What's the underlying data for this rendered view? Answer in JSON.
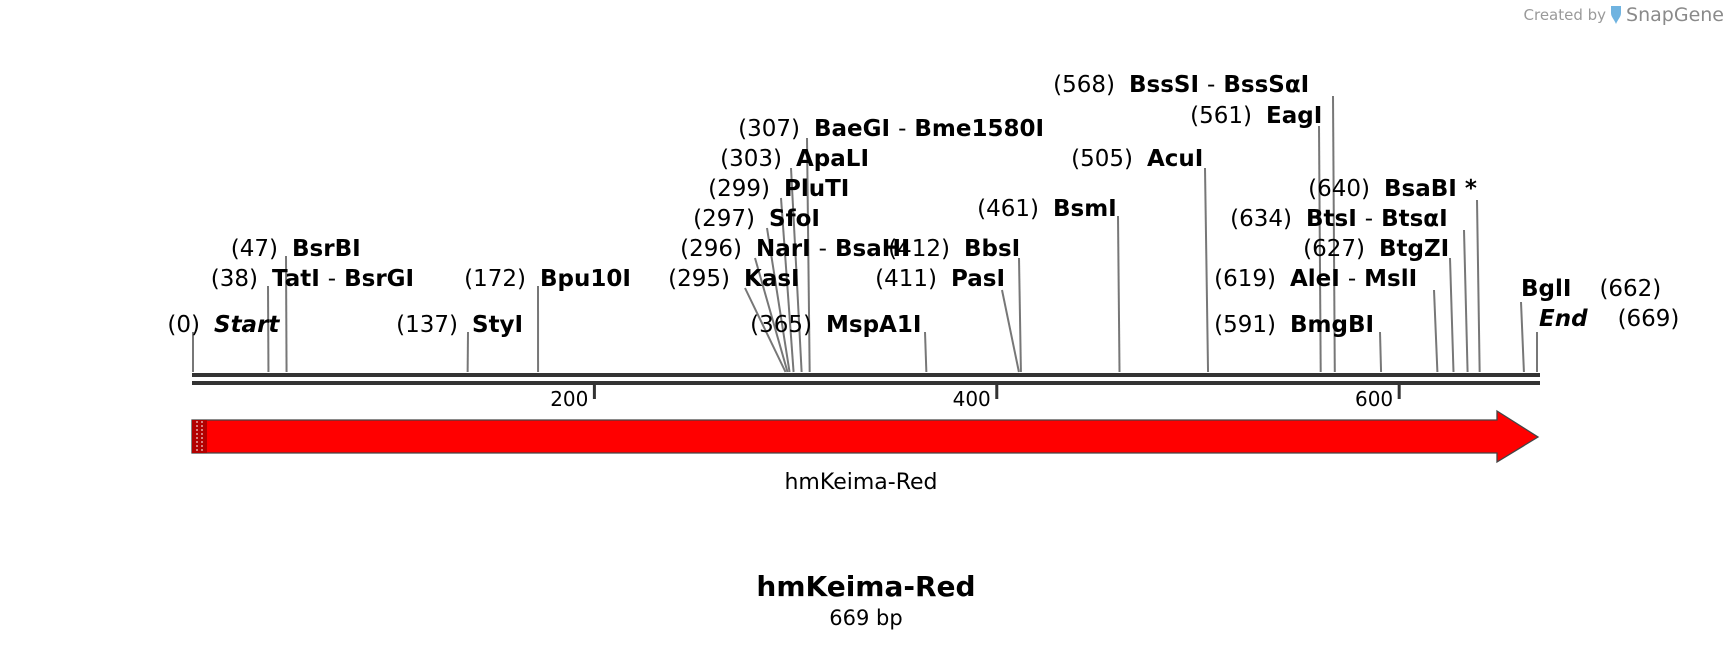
{
  "credit": {
    "prefix": "Created by",
    "brand": "SnapGene"
  },
  "title": "hmKeima-Red",
  "length_label": "669 bp",
  "total_bp": 669,
  "ticks": [
    {
      "bp": 200,
      "label": "200"
    },
    {
      "bp": 400,
      "label": "400"
    },
    {
      "bp": 600,
      "label": "600"
    }
  ],
  "feature": {
    "name": "hmKeima-Red",
    "start": 1,
    "end": 669,
    "color": "#ff0000"
  },
  "labels": [
    {
      "pos": "(0)",
      "names": [
        "Start"
      ],
      "style": "italic",
      "site": 0
    },
    {
      "pos": "(38)",
      "names": [
        "TatI",
        "BsrGI"
      ],
      "site": 38
    },
    {
      "pos": "(47)",
      "names": [
        "BsrBI"
      ],
      "site": 47
    },
    {
      "pos": "(137)",
      "names": [
        "StyI"
      ],
      "site": 137
    },
    {
      "pos": "(172)",
      "names": [
        "Bpu10I"
      ],
      "site": 172
    },
    {
      "pos": "(295)",
      "names": [
        "KasI"
      ],
      "site": 295
    },
    {
      "pos": "(296)",
      "names": [
        "NarI",
        "BsaHI"
      ],
      "site": 296
    },
    {
      "pos": "(297)",
      "names": [
        "SfoI"
      ],
      "site": 297
    },
    {
      "pos": "(299)",
      "names": [
        "PluTI"
      ],
      "site": 299
    },
    {
      "pos": "(303)",
      "names": [
        "ApaLI"
      ],
      "site": 303
    },
    {
      "pos": "(307)",
      "names": [
        "BaeGI",
        "Bme1580I"
      ],
      "site": 307
    },
    {
      "pos": "(365)",
      "names": [
        "MspA1I"
      ],
      "site": 365
    },
    {
      "pos": "(411)",
      "names": [
        "PasI"
      ],
      "site": 411
    },
    {
      "pos": "(412)",
      "names": [
        "BbsI"
      ],
      "site": 412
    },
    {
      "pos": "(461)",
      "names": [
        "BsmI"
      ],
      "site": 461
    },
    {
      "pos": "(505)",
      "names": [
        "AcuI"
      ],
      "site": 505
    },
    {
      "pos": "(561)",
      "names": [
        "EagI"
      ],
      "site": 561
    },
    {
      "pos": "(568)",
      "names": [
        "BssSI",
        "BssSαI"
      ],
      "site": 568
    },
    {
      "pos": "(591)",
      "names": [
        "BmgBI"
      ],
      "site": 591
    },
    {
      "pos": "(619)",
      "names": [
        "AleI",
        "MslI"
      ],
      "site": 619
    },
    {
      "pos": "(627)",
      "names": [
        "BtgZI"
      ],
      "site": 627
    },
    {
      "pos": "(634)",
      "names": [
        "BtsI",
        "BtsαI"
      ],
      "site": 634
    },
    {
      "pos": "(640)",
      "names": [
        "BsaBI *"
      ],
      "site": 640
    },
    {
      "pos": "(662)",
      "names": [
        "BglI"
      ],
      "site": 662
    },
    {
      "pos": "(669)",
      "names": [
        "End"
      ],
      "style": "italic",
      "site": 669
    }
  ]
}
